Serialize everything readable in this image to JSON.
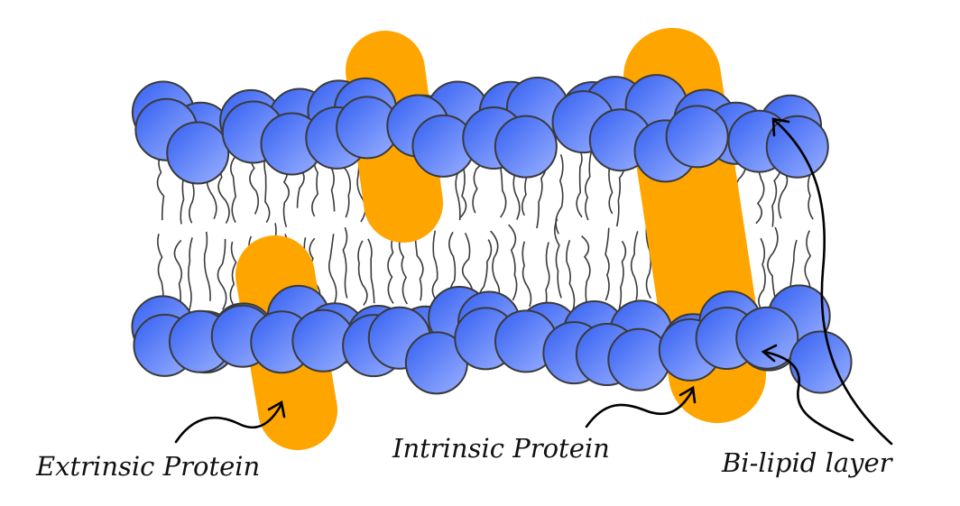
{
  "labels": {
    "extrinsic": "Extrinsic Protein",
    "intrinsic": "Intrinsic Protein",
    "bilipid": "Bi-lipid layer"
  },
  "colors": {
    "protein": "#FFA500",
    "head_dark": "#3a66f5",
    "head_light": "#92aaff",
    "outline": "#3a3a3a",
    "tail": "#3a3a3a"
  }
}
